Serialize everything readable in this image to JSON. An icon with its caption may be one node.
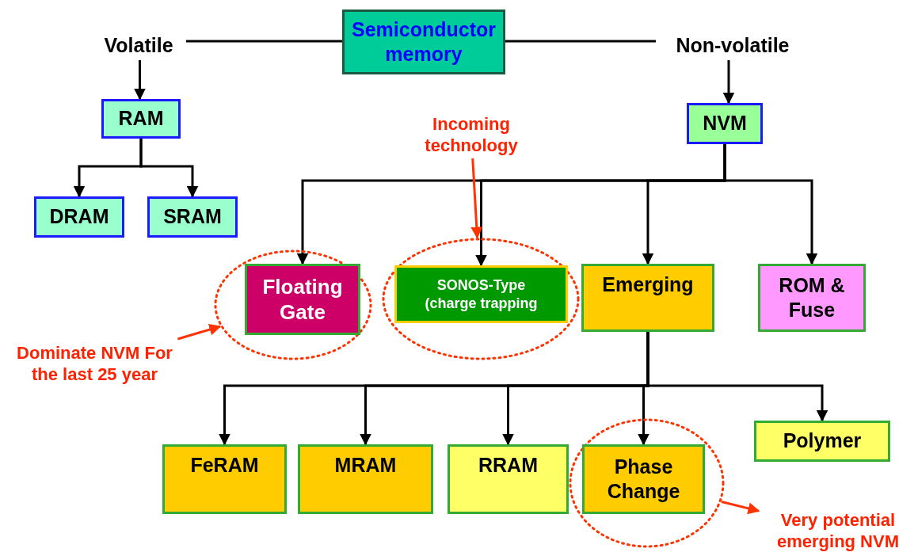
{
  "diagram": {
    "nodes": [
      {
        "text": [
          "Volatile"
        ]
      },
      {
        "text": [
          "Semiconductor memory"
        ]
      },
      {
        "text": [
          "Non-volatile"
        ]
      },
      {
        "text": [
          "RAM"
        ]
      },
      {
        "text": [
          "NVM"
        ]
      },
      {
        "text": [
          "Incoming technology"
        ]
      },
      {
        "text": [
          "DRAM"
        ]
      },
      {
        "text": [
          "SRAM"
        ]
      },
      {
        "text": [],
        "shape": "ellipse"
      },
      {
        "text": [
          "Floating Gate"
        ],
        "in": 8
      },
      {
        "text": [],
        "shape": "ellipse"
      },
      {
        "text": [
          "SONOS-Type (charge trapping"
        ],
        "in": 10
      },
      {
        "text": [
          "Emerging"
        ]
      },
      {
        "text": [
          "ROM & Fuse"
        ]
      },
      {
        "text": [
          "Dominate NVM For the last 25 year"
        ]
      },
      {
        "text": [
          "Polymer"
        ]
      },
      {
        "text": [
          "FeRAM"
        ]
      },
      {
        "text": [
          "MRAM"
        ]
      },
      {
        "text": [
          "RRAM"
        ]
      },
      {
        "text": [],
        "shape": "ellipse"
      },
      {
        "text": [
          "Phase Change"
        ],
        "in": 19
      },
      {
        "text": [
          "Very potential emerging NVM"
        ]
      }
    ],
    "edges": [
      {
        "from": 1,
        "to": 0,
        "arrow": "none"
      },
      {
        "from": 1,
        "to": 2,
        "arrow": "none"
      },
      {
        "from": 0,
        "to": 3,
        "arrow": "to"
      },
      {
        "from": 2,
        "to": 4,
        "arrow": "to"
      },
      {
        "from": 3,
        "to": 6,
        "arrow": "to"
      },
      {
        "from": 3,
        "to": 7,
        "arrow": "to"
      },
      {
        "from": 4,
        "to": 9,
        "arrow": "to"
      },
      {
        "from": 4,
        "to": 11,
        "arrow": "to"
      },
      {
        "from": 4,
        "to": 12,
        "arrow": "to"
      },
      {
        "from": 4,
        "to": 13,
        "arrow": "to"
      },
      {
        "from": 12,
        "to": 16,
        "arrow": "to"
      },
      {
        "from": 12,
        "to": 17,
        "arrow": "to"
      },
      {
        "from": 12,
        "to": 18,
        "arrow": "to"
      },
      {
        "from": 12,
        "to": 20,
        "arrow": "to"
      },
      {
        "from": 12,
        "to": 15,
        "arrow": "to"
      },
      {
        "from": 5,
        "to": 10,
        "arrow": "to",
        "color": "#ff3300"
      },
      {
        "from": 14,
        "to": 8,
        "arrow": "to",
        "color": "#ff3300"
      },
      {
        "from": 19,
        "to": 21,
        "arrow": "to",
        "color": "#ff3300"
      }
    ]
  }
}
